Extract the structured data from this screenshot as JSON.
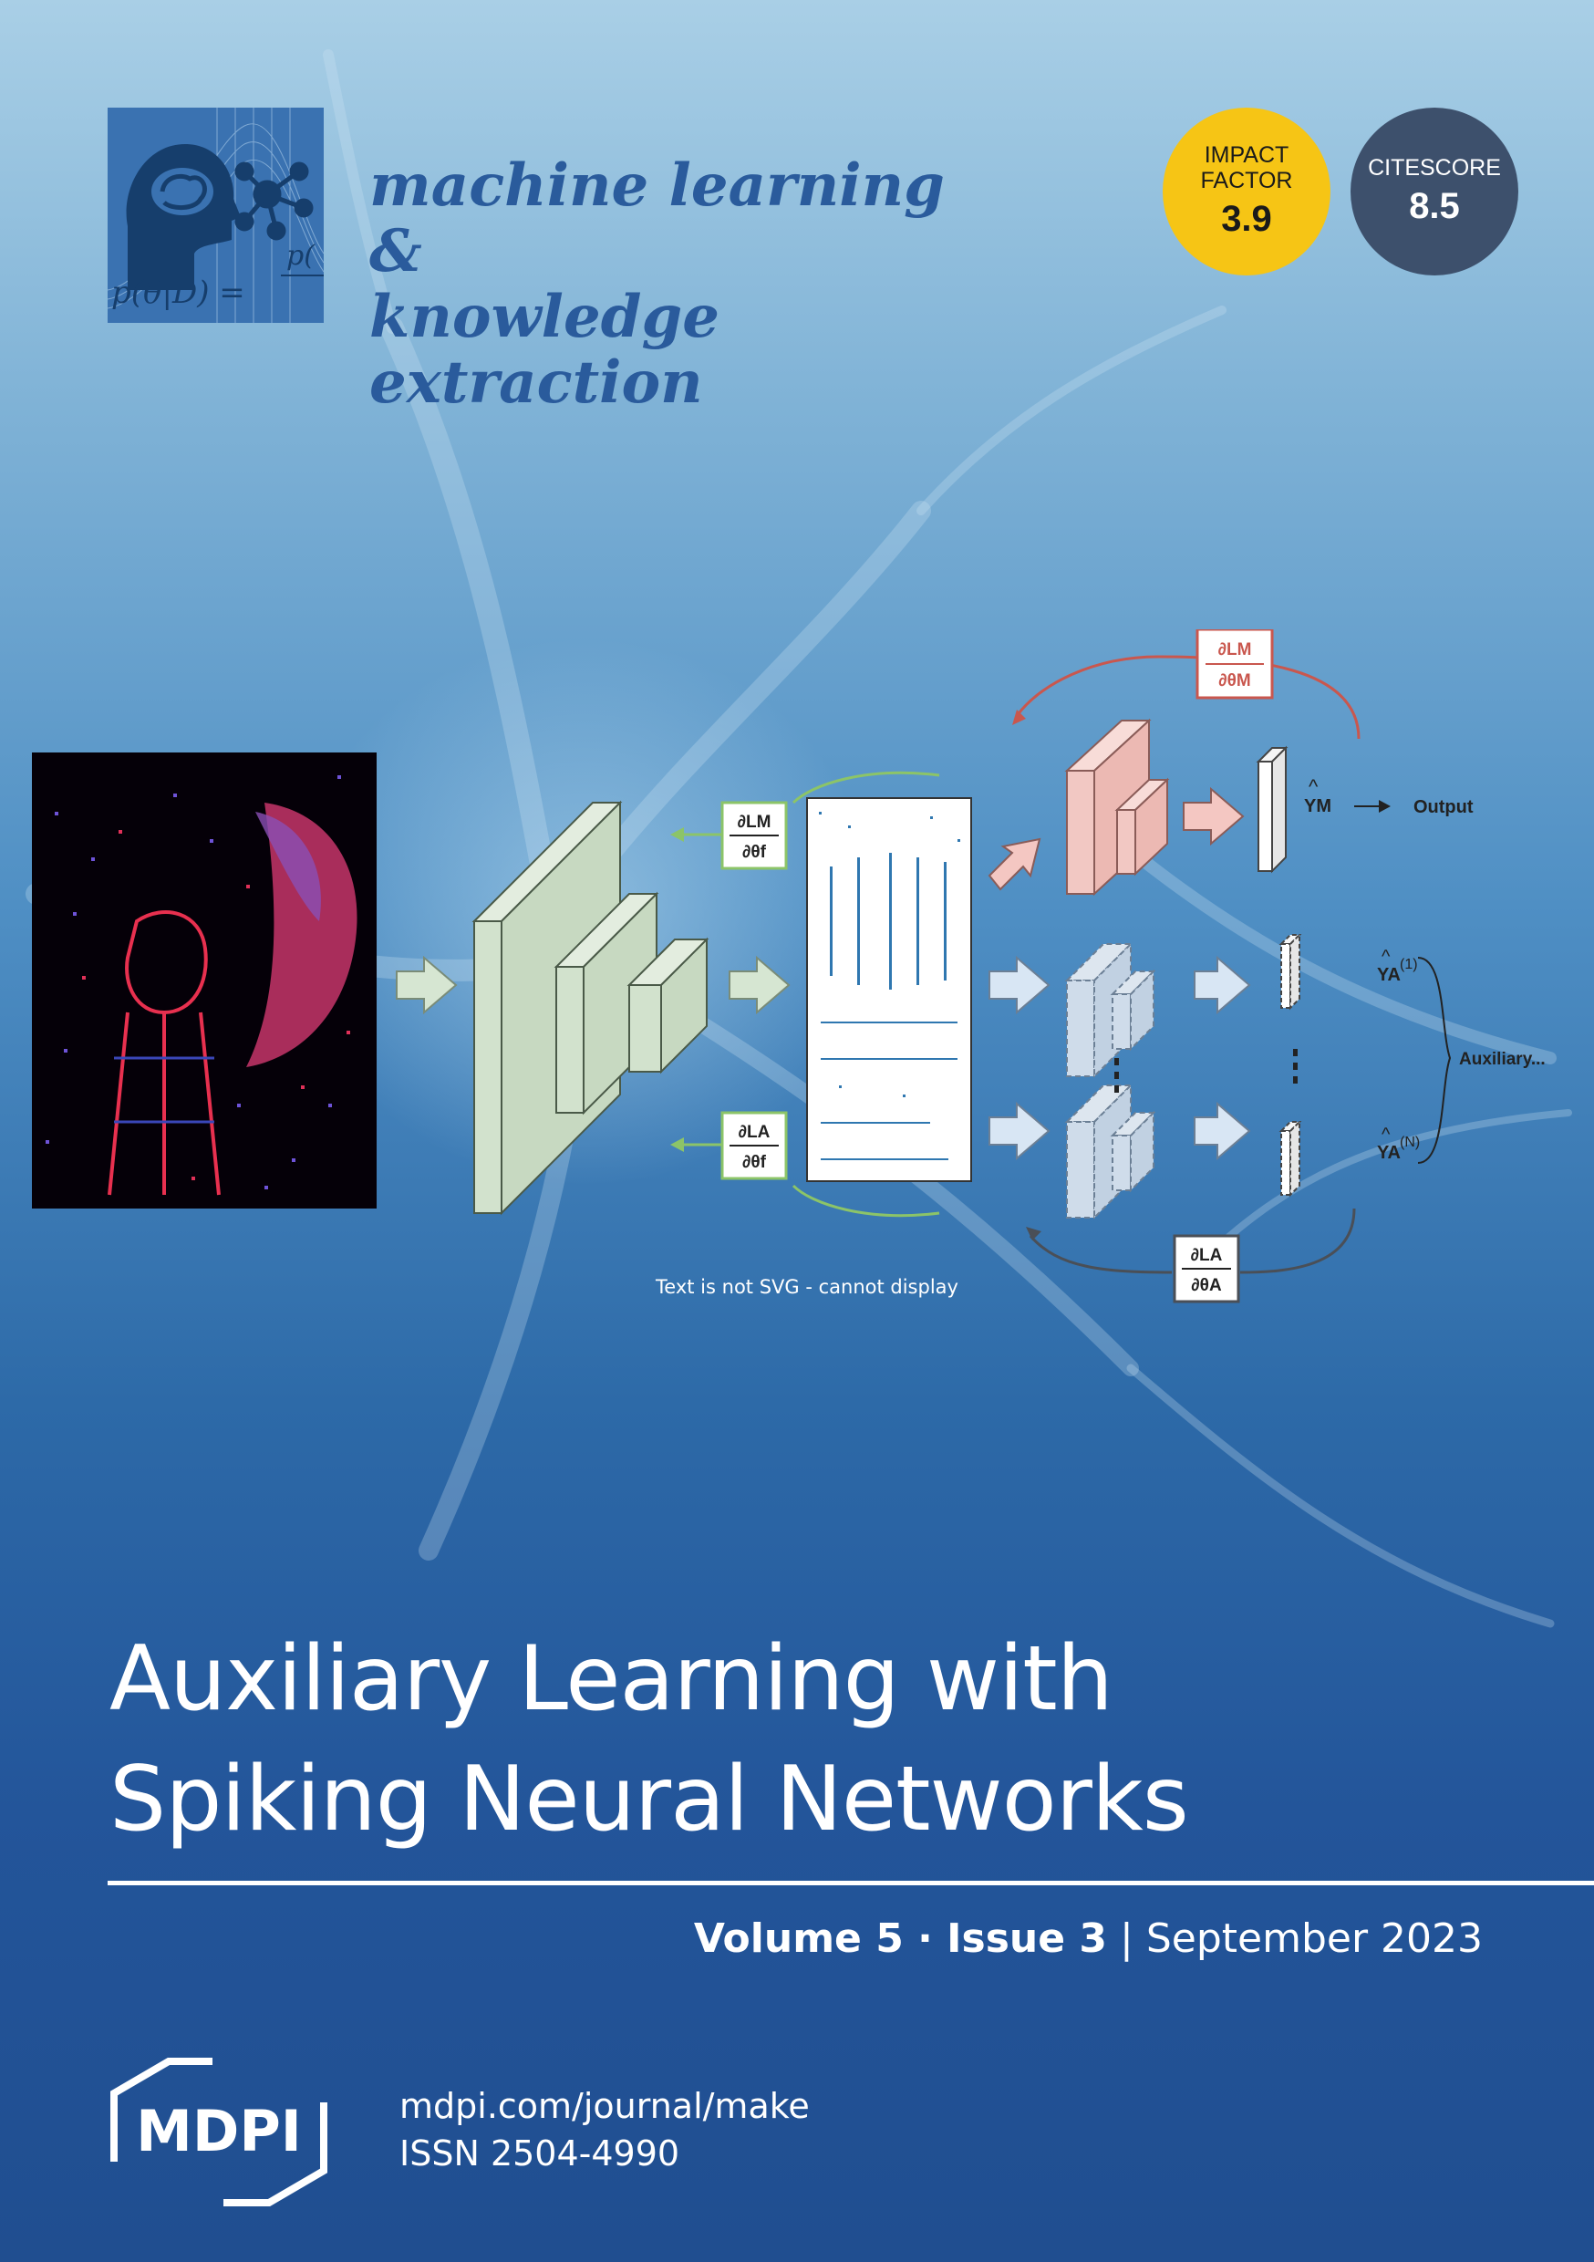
{
  "journal": {
    "name_line1": "machine learning &",
    "name_line2": "knowledge extraction",
    "logo_formula_left": "p(θ|D) =",
    "logo_formula_right": "p("
  },
  "badges": {
    "impact_label1": "IMPACT",
    "impact_label2": "FACTOR",
    "impact_value": "3.9",
    "citescore_label": "CITESCORE",
    "citescore_value": "8.5"
  },
  "figure": {
    "grad_lm_top": "∂LM",
    "grad_lm_bottom": "∂θM",
    "grad_lm_f_top": "∂LM",
    "grad_lm_f_bottom": "∂θf",
    "grad_la_f_top": "∂LA",
    "grad_la_f_bottom": "∂θf",
    "grad_la_top": "∂LA",
    "grad_la_bottom": "∂θA",
    "ym_label": "YM",
    "output_label": "Output",
    "ya1_label": "YA",
    "ya1_sup": "(1)",
    "yan_label": "YA",
    "yan_sup": "(N)",
    "auxiliary_label": "Auxiliary...",
    "caption": "Text is not SVG - cannot display"
  },
  "title": {
    "line1": "Auxiliary Learning with",
    "line2": "Spiking Neural Networks"
  },
  "issue": {
    "volume": "Volume 5",
    "sep": " · ",
    "issue": "Issue 3",
    "divider": " | ",
    "date": "September 2023"
  },
  "publisher": {
    "name": "MDPI",
    "url": "mdpi.com/journal/make",
    "issn": "ISSN 2504-4990"
  },
  "colors": {
    "impact_badge": "#f6c515",
    "citescore_badge": "#3d506c",
    "journal_text": "#2a5b9c"
  }
}
